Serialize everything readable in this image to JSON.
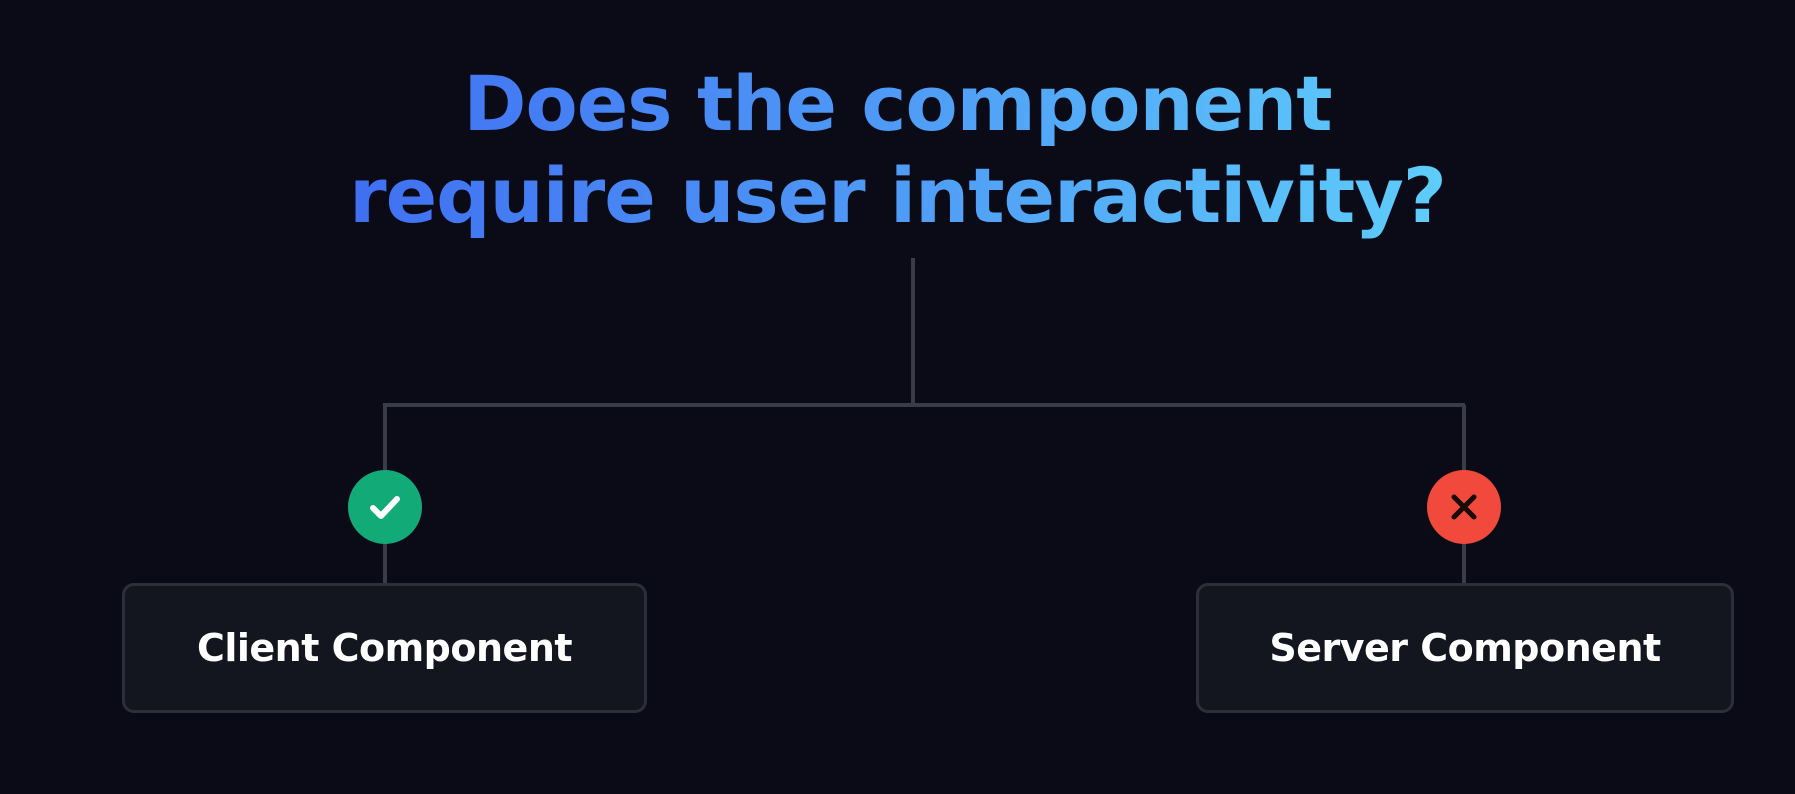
{
  "question": {
    "line1": "Does the component",
    "line2": "require user interactivity?"
  },
  "branches": {
    "yes": {
      "icon": "check-icon",
      "color": "#12ab78",
      "label": "Client Component"
    },
    "no": {
      "icon": "cross-icon",
      "color": "#f14a3d",
      "label": "Server Component"
    }
  },
  "colors": {
    "background": "#0a0b17",
    "connector": "#3a3d49",
    "title_gradient": [
      "#3f6df2",
      "#5fd0fb"
    ]
  }
}
